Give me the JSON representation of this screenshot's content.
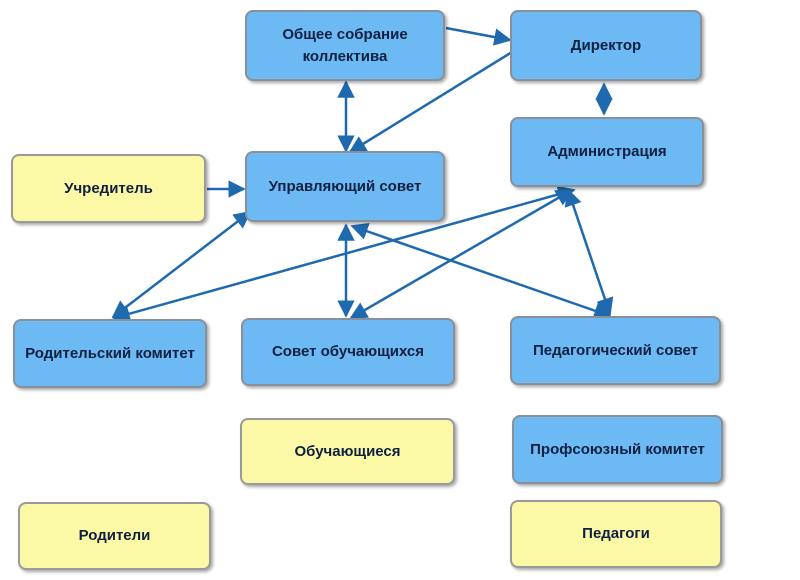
{
  "colors": {
    "blue_node": "#6db9f4",
    "yellow_node": "#fbf9a6",
    "arrow": "#1f6aae"
  },
  "nodes": {
    "obshchee_sobranie": "Общее собрание коллектива",
    "direktor": "Директор",
    "administraciya": "Администрация",
    "uchreditel": "Учредитель",
    "upravlyayushchiy_sovet": "Управляющий совет",
    "roditelskiy_komitet": "Родительский комитет",
    "sovet_obuchayushchihsya": "Совет обучающихся",
    "pedagogicheskiy_sovet": "Педагогический совет",
    "obuchayushchiesya": "Обучающиеся",
    "profsoyuzny_komitet": "Профсоюзный комитет",
    "roditeli": "Родители",
    "pedagogi": "Педагоги"
  },
  "edges": [
    {
      "from": "obshchee_sobranie",
      "to": "direktor",
      "direction": "forward"
    },
    {
      "from": "direktor",
      "to": "administraciya",
      "direction": "both"
    },
    {
      "from": "obshchee_sobranie",
      "to": "upravlyayushchiy_sovet",
      "direction": "both"
    },
    {
      "from": "direktor",
      "to": "upravlyayushchiy_sovet",
      "direction": "forward"
    },
    {
      "from": "uchreditel",
      "to": "upravlyayushchiy_sovet",
      "direction": "forward"
    },
    {
      "from": "upravlyayushchiy_sovet",
      "to": "roditelskiy_komitet",
      "direction": "both"
    },
    {
      "from": "upravlyayushchiy_sovet",
      "to": "sovet_obuchayushchihsya",
      "direction": "both"
    },
    {
      "from": "upravlyayushchiy_sovet",
      "to": "pedagogicheskiy_sovet",
      "direction": "both"
    },
    {
      "from": "administraciya",
      "to": "roditelskiy_komitet",
      "direction": "both"
    },
    {
      "from": "administraciya",
      "to": "sovet_obuchayushchihsya",
      "direction": "both"
    },
    {
      "from": "administraciya",
      "to": "pedagogicheskiy_sovet",
      "direction": "both"
    }
  ]
}
